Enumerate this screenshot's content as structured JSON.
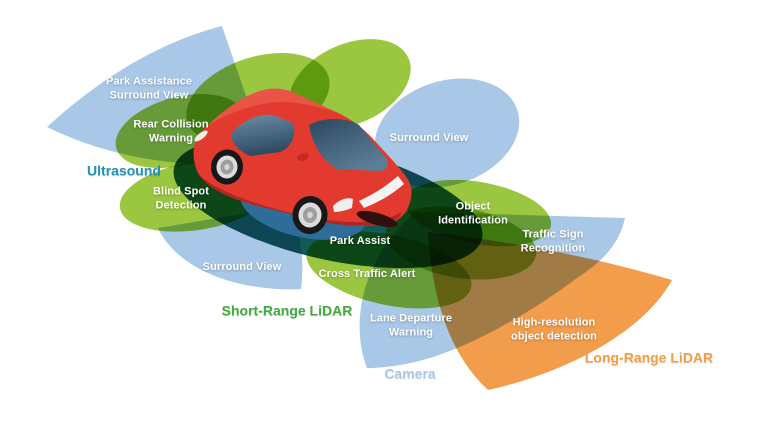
{
  "diagram": {
    "title": "ADAS sensor coverage diagram",
    "background": "#ffffff"
  },
  "colors": {
    "blue": "#a9c8e7",
    "green": "#9bc63f",
    "teal": "#155a5b",
    "steel_blue": "#2e6d9a",
    "orange": "#f29d4c",
    "zone_text": "#ffffff",
    "car_red": "#e23a2e"
  },
  "legend": {
    "ultrasound": {
      "label": "Ultrasound",
      "color": "#2191b8"
    },
    "short_range_lidar": {
      "label": "Short-Range LiDAR",
      "color": "#3faa3d"
    },
    "long_range_lidar": {
      "label": "Long-Range LiDAR",
      "color": "#f59d40"
    },
    "camera": {
      "label": "Camera",
      "color": "#a9c9e8"
    }
  },
  "zones": {
    "park_assistance": {
      "label": "Park Assistance\nSurround View"
    },
    "rear_collision": {
      "label": "Rear Collision\nWarning"
    },
    "blind_spot": {
      "label": "Blind Spot\nDetection"
    },
    "surround_view_right": {
      "label": "Surround View"
    },
    "surround_view_left": {
      "label": "Surround View"
    },
    "park_assist": {
      "label": "Park Assist"
    },
    "cross_traffic": {
      "label": "Cross Traffic Alert"
    },
    "object_identification": {
      "label": "Object\nIdentification"
    },
    "traffic_sign": {
      "label": "Traffic Sign\nRecognition"
    },
    "lane_departure": {
      "label": "Lane Departure\nWarning"
    },
    "high_resolution": {
      "label": "High-resolution\nobject detection"
    }
  }
}
